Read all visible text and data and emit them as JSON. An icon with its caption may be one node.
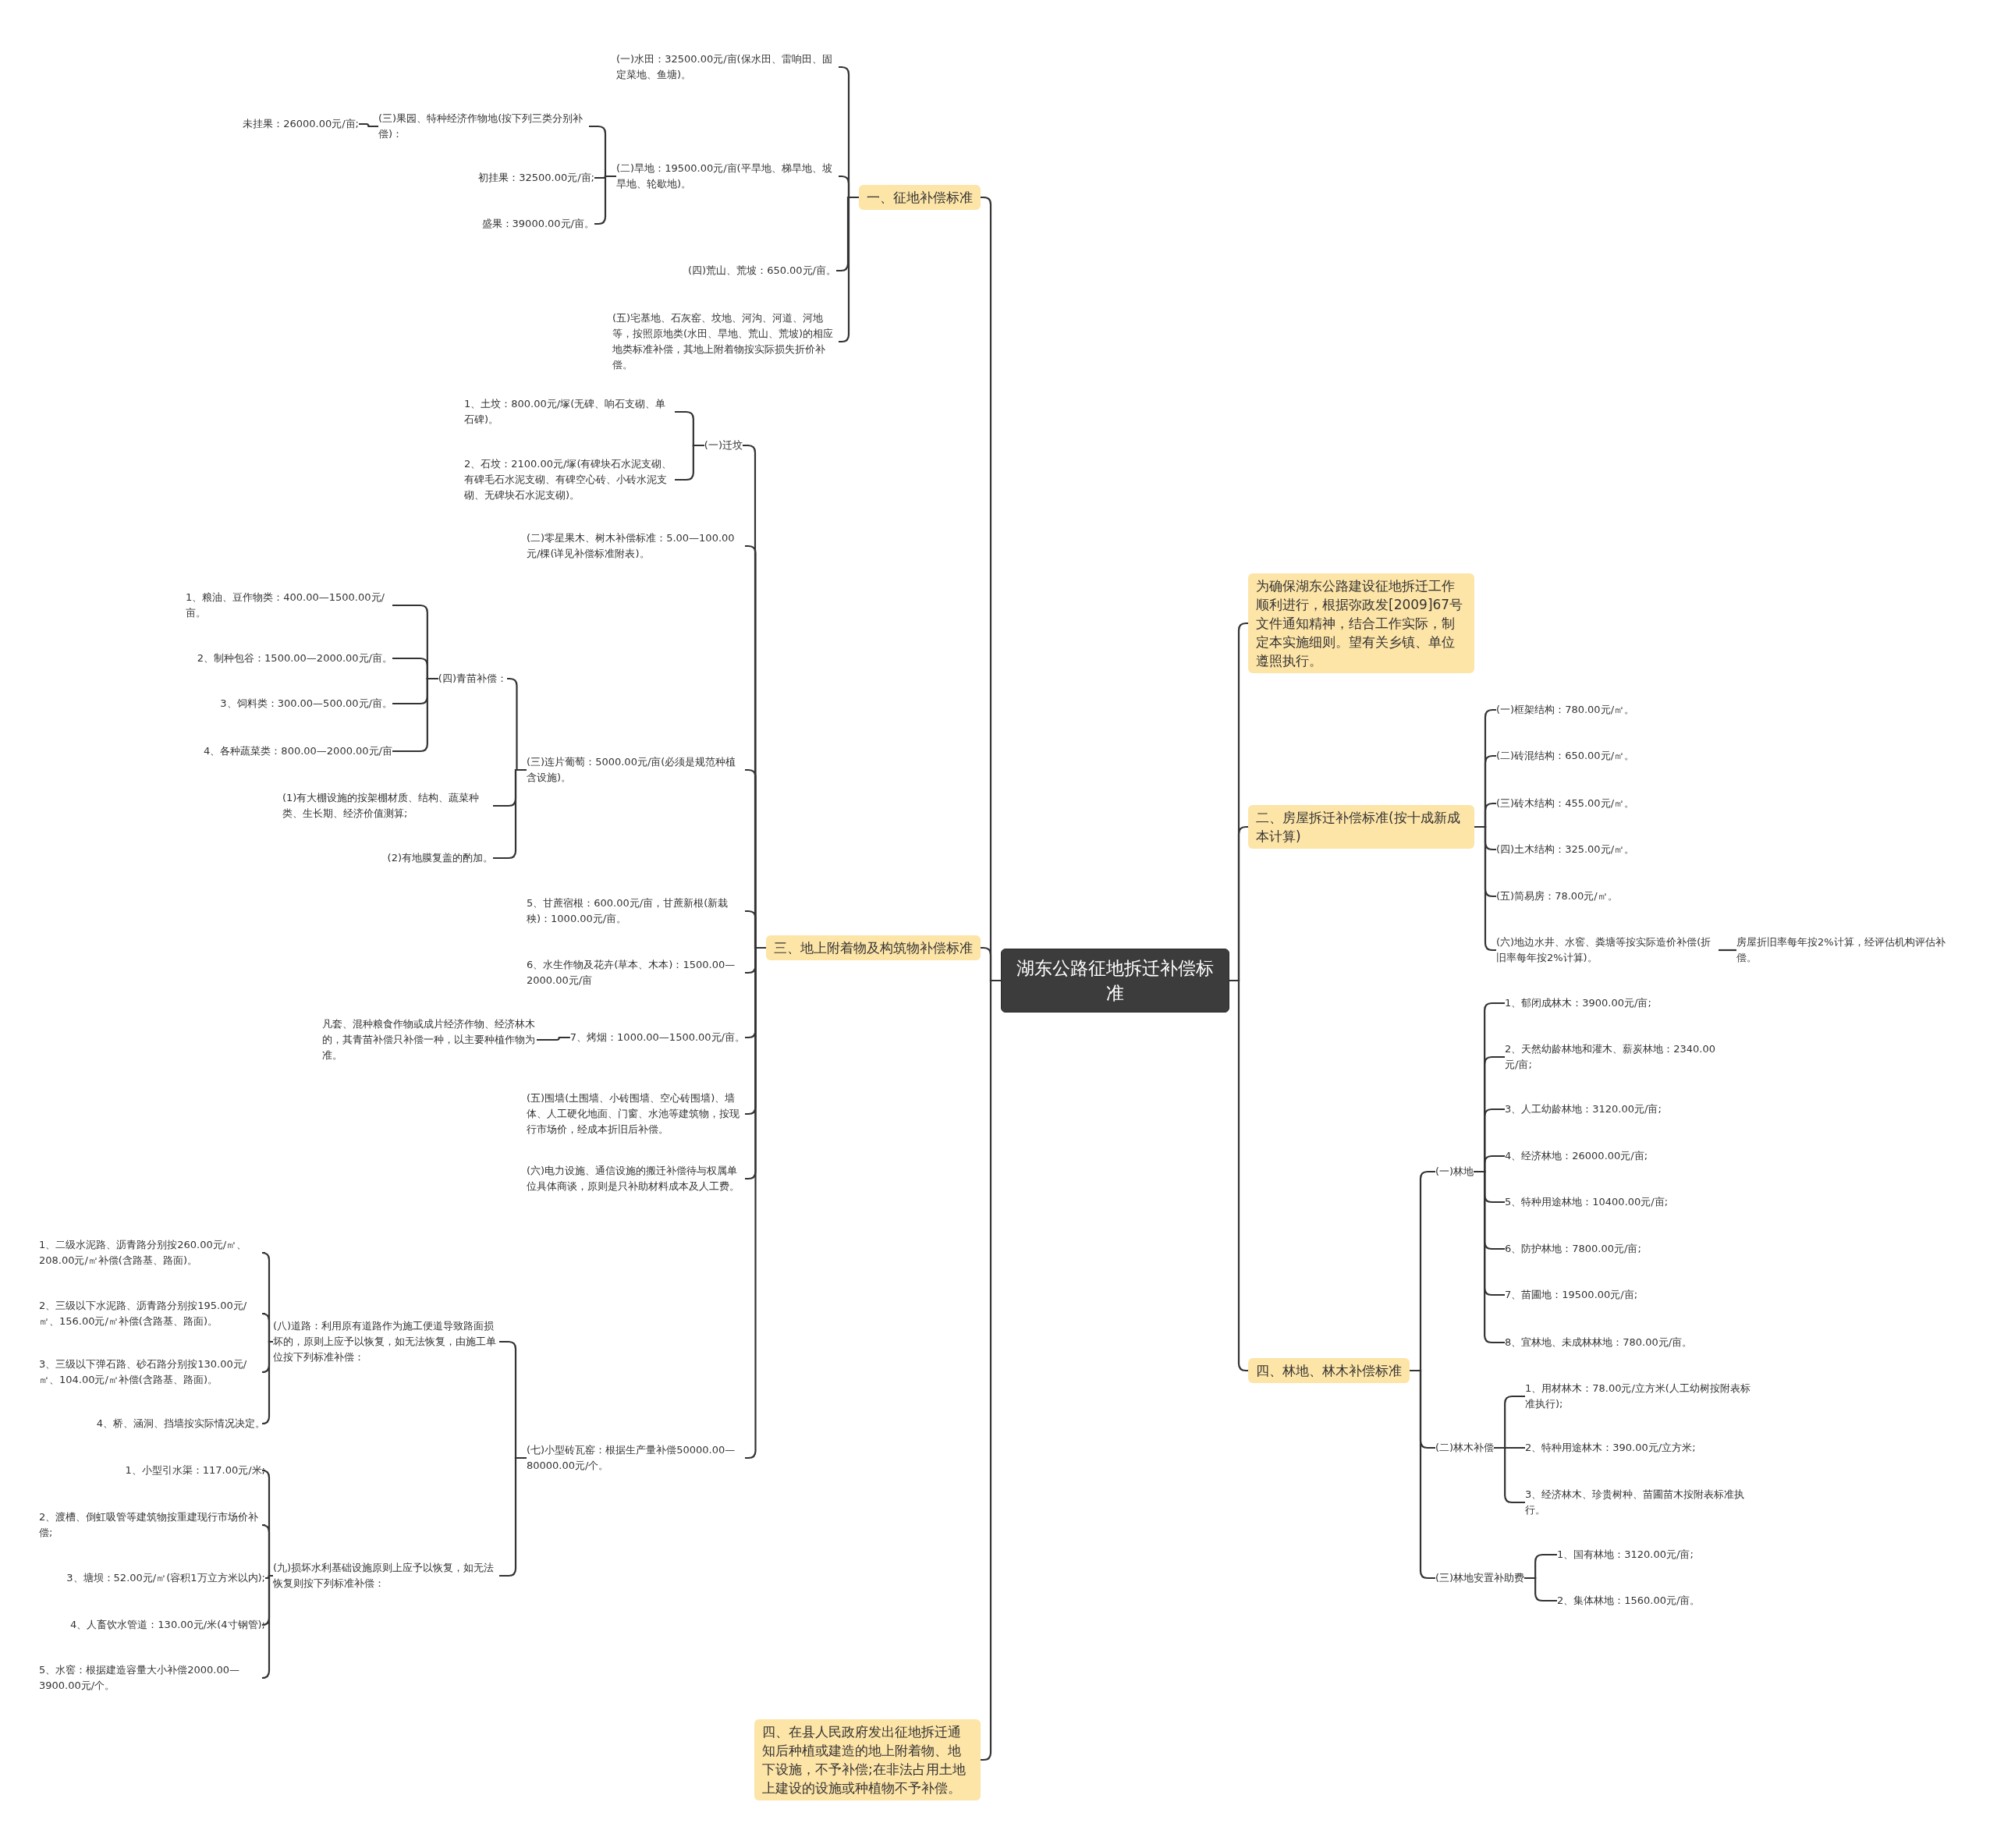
{
  "diagram": {
    "nodes": [
      {
        "text": [
          "湖东公路征地拆迁补偿标准"
        ]
      },
      {
        "text": [
          "一、征地补偿标准"
        ]
      },
      {
        "text": [
          "(一)水田：32500.00元/亩(保水田、雷响田、固定菜地、鱼塘)。"
        ]
      },
      {
        "text": [
          "(二)旱地：19500.00元/亩(平旱地、梯旱地、坡旱地、轮歇地)。"
        ]
      },
      {
        "text": [
          "(三)果园、特种经济作物地(按下列三类分别补偿)："
        ]
      },
      {
        "text": [
          "未挂果：26000.00元/亩;"
        ]
      },
      {
        "text": [
          "初挂果：32500.00元/亩;"
        ]
      },
      {
        "text": [
          "盛果：39000.00元/亩。"
        ]
      },
      {
        "text": [
          "(四)荒山、荒坡：650.00元/亩。"
        ]
      },
      {
        "text": [
          "(五)宅基地、石灰窑、坟地、河沟、河道、河地等，按照原地类(水田、旱地、荒山、荒坡)的相应地类标准补偿，其地上附着物按实际损失折价补偿。"
        ]
      },
      {
        "text": [
          "三、地上附着物及构筑物补偿标准"
        ]
      },
      {
        "text": [
          "(一)迁坟"
        ]
      },
      {
        "text": [
          "1、土坟：800.00元/塚(无碑、响石支砌、单石碑)。"
        ]
      },
      {
        "text": [
          "2、石坟：2100.00元/塚(有碑块石水泥支砌、有碑毛石水泥支砌、有碑空心砖、小砖水泥支砌、无碑块石水泥支砌)。"
        ]
      },
      {
        "text": [
          "(二)零星果木、树木补偿标准：5.00—100.00元/棵(详见补偿标准附表)。"
        ]
      },
      {
        "text": [
          "(三)连片葡萄：5000.00元/亩(必须是规范种植含设施)。"
        ]
      },
      {
        "text": [
          "(四)青苗补偿："
        ]
      },
      {
        "text": [
          "1、粮油、豆作物类：400.00—1500.00元/亩。"
        ]
      },
      {
        "text": [
          "2、制种包谷：1500.00—2000.00元/亩。"
        ]
      },
      {
        "text": [
          "3、饲料类：300.00—500.00元/亩。"
        ]
      },
      {
        "text": [
          "4、各种蔬菜类：800.00—2000.00元/亩"
        ]
      },
      {
        "text": [
          "(1)有大棚设施的按架棚材质、结构、蔬菜种类、生长期、经济价值测算;"
        ]
      },
      {
        "text": [
          "(2)有地膜复盖的酌加。"
        ]
      },
      {
        "text": [
          "5、甘蔗宿根：600.00元/亩，甘蔗新根(新栽秧)：1000.00元/亩。"
        ]
      },
      {
        "text": [
          "6、水生作物及花卉(草本、木本)：1500.00—2000.00元/亩"
        ]
      },
      {
        "text": [
          "7、烤烟：1000.00—1500.00元/亩。"
        ]
      },
      {
        "text": [
          "凡套、混种粮食作物或成片经济作物、经济林木的，其青苗补偿只补偿一种，以主要种植作物为准。"
        ]
      },
      {
        "text": [
          "(五)围墙(土围墙、小砖围墙、空心砖围墙)、墙体、人工硬化地面、门窗、水池等建筑物，按现行市场价，经成本折旧后补偿。"
        ]
      },
      {
        "text": [
          "(六)电力设施、通信设施的搬迁补偿待与权属单位具体商谈，原则是只补助材料成本及人工费。"
        ]
      },
      {
        "text": [
          "(七)小型砖瓦窑：根据生产量补偿50000.00—80000.00元/个。"
        ]
      },
      {
        "text": [
          "(八)道路：利用原有道路作为施工便道导致路面损坏的，原则上应予以恢复，如无法恢复，由施工单位按下列标准补偿："
        ]
      },
      {
        "text": [
          "1、二级水泥路、沥青路分别按260.00元/㎡、208.00元/㎡补偿(含路基、路面)。"
        ]
      },
      {
        "text": [
          "2、三级以下水泥路、沥青路分别按195.00元/㎡、156.00元/㎡补偿(含路基、路面)。"
        ]
      },
      {
        "text": [
          "3、三级以下弹石路、砂石路分别按130.00元/㎡、104.00元/㎡补偿(含路基、路面)。"
        ]
      },
      {
        "text": [
          "4、桥、涵洞、挡墙按实际情况决定。"
        ]
      },
      {
        "text": [
          "(九)损坏水利基础设施原则上应予以恢复，如无法恢复则按下列标准补偿："
        ]
      },
      {
        "text": [
          "1、小型引水渠：117.00元/米;"
        ]
      },
      {
        "text": [
          "2、渡槽、倒虹吸管等建筑物按重建现行市场价补偿;"
        ]
      },
      {
        "text": [
          "3、塘坝：52.00元/㎡(容积1万立方米以内);"
        ]
      },
      {
        "text": [
          "4、人畜饮水管道：130.00元/米(4寸钢管);"
        ]
      },
      {
        "text": [
          "5、水窖：根据建造容量大小补偿2000.00—3900.00元/个。"
        ]
      },
      {
        "text": [
          "四、在县人民政府发出征地拆迁通知后种植或建造的地上附着物、地下设施，不予补偿;在非法占用土地上建设的设施或种植物不予补偿。"
        ]
      },
      {
        "text": [
          "为确保湖东公路建设征地拆迁工作顺利进行，根据弥政发[2009]67号文件通知精神，结合工作实际，制定本实施细则。望有关乡镇、单位遵照执行。"
        ]
      },
      {
        "text": [
          "二、房屋拆迁补偿标准(按十成新成本计算)"
        ]
      },
      {
        "text": [
          "(一)框架结构：780.00元/㎡。"
        ]
      },
      {
        "text": [
          "(二)砖混结构：650.00元/㎡。"
        ]
      },
      {
        "text": [
          "(三)砖木结构：455.00元/㎡。"
        ]
      },
      {
        "text": [
          "(四)土木结构：325.00元/㎡。"
        ]
      },
      {
        "text": [
          "(五)简易房：78.00元/㎡。"
        ]
      },
      {
        "text": [
          "(六)地边水井、水窖、粪塘等按实际造价补偿(折旧率每年按2%计算)。"
        ]
      },
      {
        "text": [
          "房屋折旧率每年按2%计算，经评估机构评估补偿。"
        ]
      },
      {
        "text": [
          "四、林地、林木补偿标准"
        ]
      },
      {
        "text": [
          "(一)林地"
        ]
      },
      {
        "text": [
          "1、郁闭成林木：3900.00元/亩;"
        ]
      },
      {
        "text": [
          "2、天然幼龄林地和灌木、薪炭林地：2340.00元/亩;"
        ]
      },
      {
        "text": [
          "3、人工幼龄林地：3120.00元/亩;"
        ]
      },
      {
        "text": [
          "4、经济林地：26000.00元/亩;"
        ]
      },
      {
        "text": [
          "5、特种用途林地：10400.00元/亩;"
        ]
      },
      {
        "text": [
          "6、防护林地：7800.00元/亩;"
        ]
      },
      {
        "text": [
          "7、苗圃地：19500.00元/亩;"
        ]
      },
      {
        "text": [
          "8、宜林地、未成林林地：780.00元/亩。"
        ]
      },
      {
        "text": [
          "(二)林木补偿"
        ]
      },
      {
        "text": [
          "1、用材林木：78.00元/立方米(人工幼树按附表标准执行);"
        ]
      },
      {
        "text": [
          "2、特种用途林木：390.00元/立方米;"
        ]
      },
      {
        "text": [
          "3、经济林木、珍贵树种、苗圃苗木按附表标准执行。"
        ]
      },
      {
        "text": [
          "(三)林地安置补助费"
        ]
      },
      {
        "text": [
          "1、国有林地：3120.00元/亩;"
        ]
      },
      {
        "text": [
          "2、集体林地：1560.00元/亩。"
        ]
      }
    ],
    "edges": [
      {
        "from": 0,
        "to": 1,
        "arrow": "none"
      },
      {
        "from": 1,
        "to": 2,
        "arrow": "none"
      },
      {
        "from": 1,
        "to": 3,
        "arrow": "none"
      },
      {
        "from": 3,
        "to": 4,
        "arrow": "none"
      },
      {
        "from": 4,
        "to": 5,
        "arrow": "none"
      },
      {
        "from": 3,
        "to": 6,
        "arrow": "none"
      },
      {
        "from": 3,
        "to": 7,
        "arrow": "none"
      },
      {
        "from": 1,
        "to": 8,
        "arrow": "none"
      },
      {
        "from": 1,
        "to": 9,
        "arrow": "none"
      },
      {
        "from": 0,
        "to": 10,
        "arrow": "none"
      },
      {
        "from": 10,
        "to": 11,
        "arrow": "none"
      },
      {
        "from": 11,
        "to": 12,
        "arrow": "none"
      },
      {
        "from": 11,
        "to": 13,
        "arrow": "none"
      },
      {
        "from": 10,
        "to": 14,
        "arrow": "none"
      },
      {
        "from": 10,
        "to": 15,
        "arrow": "none"
      },
      {
        "from": 15,
        "to": 16,
        "arrow": "none"
      },
      {
        "from": 16,
        "to": 17,
        "arrow": "none"
      },
      {
        "from": 16,
        "to": 18,
        "arrow": "none"
      },
      {
        "from": 16,
        "to": 19,
        "arrow": "none"
      },
      {
        "from": 16,
        "to": 20,
        "arrow": "none"
      },
      {
        "from": 15,
        "to": 21,
        "arrow": "none"
      },
      {
        "from": 15,
        "to": 22,
        "arrow": "none"
      },
      {
        "from": 10,
        "to": 23,
        "arrow": "none"
      },
      {
        "from": 10,
        "to": 24,
        "arrow": "none"
      },
      {
        "from": 10,
        "to": 25,
        "arrow": "none"
      },
      {
        "from": 25,
        "to": 26,
        "arrow": "none"
      },
      {
        "from": 10,
        "to": 27,
        "arrow": "none"
      },
      {
        "from": 10,
        "to": 28,
        "arrow": "none"
      },
      {
        "from": 10,
        "to": 29,
        "arrow": "none"
      },
      {
        "from": 29,
        "to": 30,
        "arrow": "none"
      },
      {
        "from": 30,
        "to": 31,
        "arrow": "none"
      },
      {
        "from": 30,
        "to": 32,
        "arrow": "none"
      },
      {
        "from": 30,
        "to": 33,
        "arrow": "none"
      },
      {
        "from": 30,
        "to": 34,
        "arrow": "none"
      },
      {
        "from": 29,
        "to": 35,
        "arrow": "none"
      },
      {
        "from": 35,
        "to": 36,
        "arrow": "none"
      },
      {
        "from": 35,
        "to": 37,
        "arrow": "none"
      },
      {
        "from": 35,
        "to": 38,
        "arrow": "none"
      },
      {
        "from": 35,
        "to": 39,
        "arrow": "none"
      },
      {
        "from": 35,
        "to": 40,
        "arrow": "none"
      },
      {
        "from": 0,
        "to": 41,
        "arrow": "none"
      },
      {
        "from": 0,
        "to": 42,
        "arrow": "none"
      },
      {
        "from": 0,
        "to": 43,
        "arrow": "none"
      },
      {
        "from": 43,
        "to": 44,
        "arrow": "none"
      },
      {
        "from": 43,
        "to": 45,
        "arrow": "none"
      },
      {
        "from": 43,
        "to": 46,
        "arrow": "none"
      },
      {
        "from": 43,
        "to": 47,
        "arrow": "none"
      },
      {
        "from": 43,
        "to": 48,
        "arrow": "none"
      },
      {
        "from": 43,
        "to": 49,
        "arrow": "none"
      },
      {
        "from": 49,
        "to": 50,
        "arrow": "none"
      },
      {
        "from": 0,
        "to": 51,
        "arrow": "none"
      },
      {
        "from": 51,
        "to": 52,
        "arrow": "none"
      },
      {
        "from": 52,
        "to": 53,
        "arrow": "none"
      },
      {
        "from": 52,
        "to": 54,
        "arrow": "none"
      },
      {
        "from": 52,
        "to": 55,
        "arrow": "none"
      },
      {
        "from": 52,
        "to": 56,
        "arrow": "none"
      },
      {
        "from": 52,
        "to": 57,
        "arrow": "none"
      },
      {
        "from": 52,
        "to": 58,
        "arrow": "none"
      },
      {
        "from": 52,
        "to": 59,
        "arrow": "none"
      },
      {
        "from": 52,
        "to": 60,
        "arrow": "none"
      },
      {
        "from": 51,
        "to": 61,
        "arrow": "none"
      },
      {
        "from": 61,
        "to": 62,
        "arrow": "none"
      },
      {
        "from": 61,
        "to": 63,
        "arrow": "none"
      },
      {
        "from": 61,
        "to": 64,
        "arrow": "none"
      },
      {
        "from": 51,
        "to": 65,
        "arrow": "none"
      },
      {
        "from": 65,
        "to": 66,
        "arrow": "none"
      },
      {
        "from": 65,
        "to": 67,
        "arrow": "none"
      }
    ]
  }
}
